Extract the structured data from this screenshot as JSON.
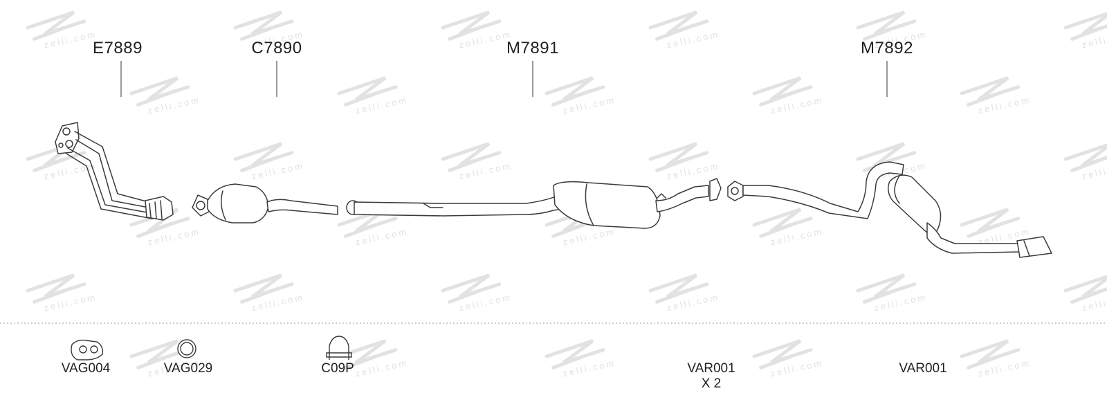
{
  "watermark": {
    "text": "zelli.com",
    "color": "#e2e2e2"
  },
  "colors": {
    "stroke": "#3a3a3a",
    "text": "#222222",
    "divider": "#9a9a9a"
  },
  "parts": [
    {
      "code": "E7889"
    },
    {
      "code": "C7890"
    },
    {
      "code": "M7891"
    },
    {
      "code": "M7892"
    }
  ],
  "accessories": [
    {
      "code": "VAG004",
      "qty": ""
    },
    {
      "code": "VAG029",
      "qty": ""
    },
    {
      "code": "C09P",
      "qty": ""
    },
    {
      "code": "VAR001",
      "qty": "X 2"
    },
    {
      "code": "VAR001",
      "qty": ""
    }
  ]
}
